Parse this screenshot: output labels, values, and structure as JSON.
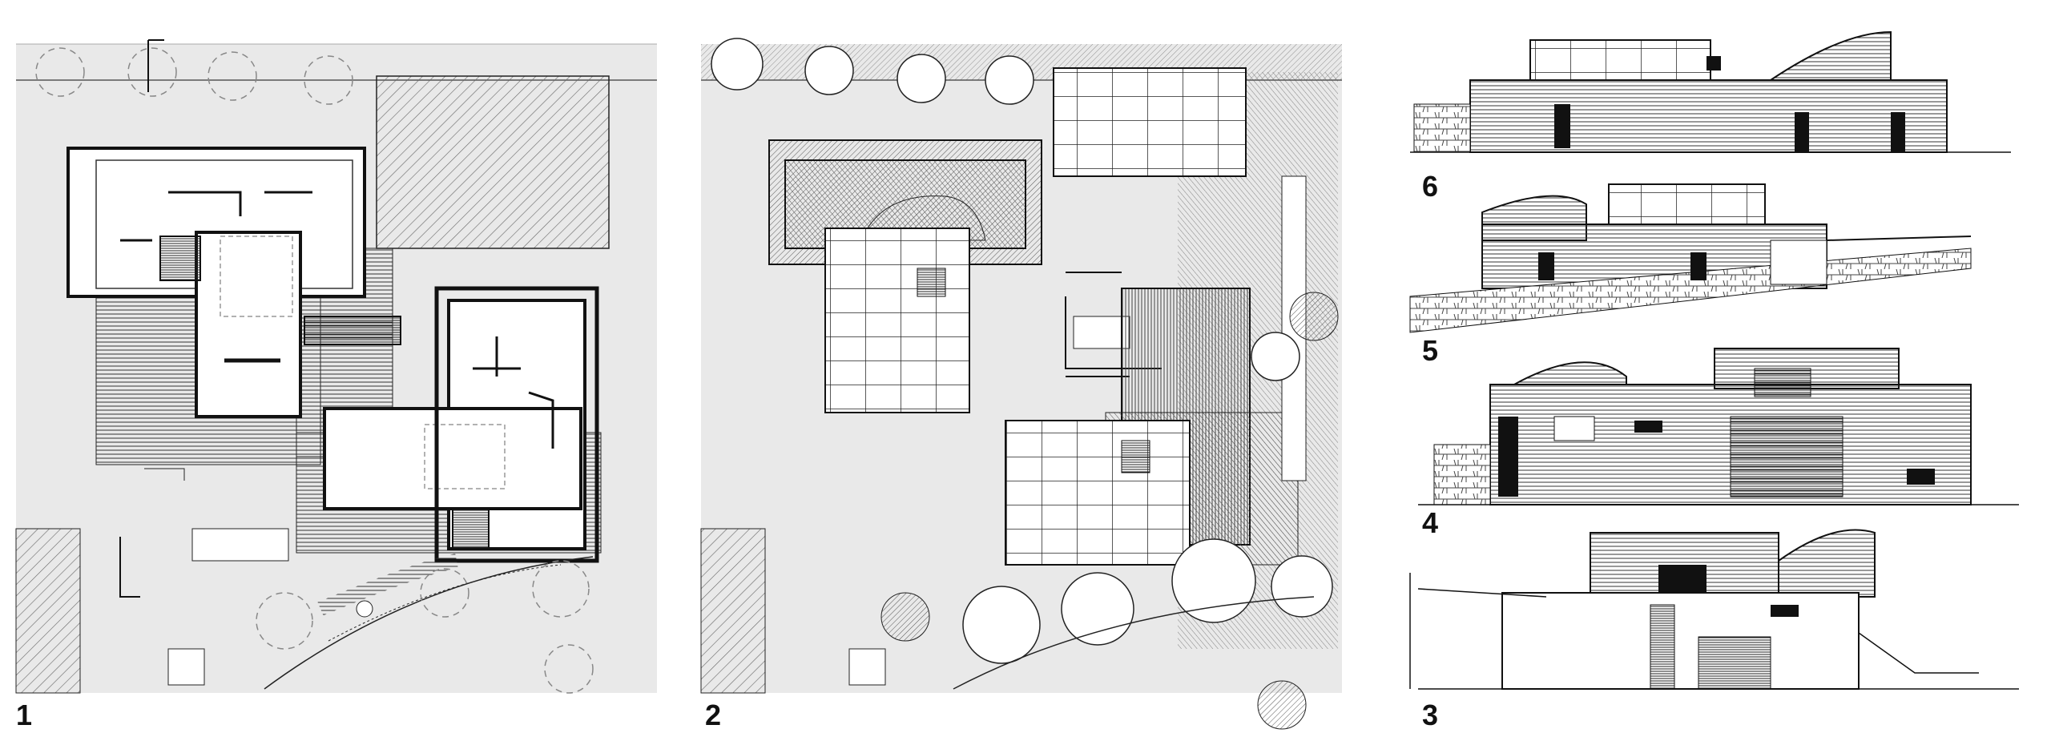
{
  "panels": [
    {
      "id": "plan-1",
      "label": "1",
      "kind": "ground-floor-plan"
    },
    {
      "id": "plan-2",
      "label": "2",
      "kind": "roof-plan"
    },
    {
      "id": "elev-6",
      "label": "6",
      "kind": "elevation"
    },
    {
      "id": "elev-5",
      "label": "5",
      "kind": "elevation"
    },
    {
      "id": "elev-4",
      "label": "4",
      "kind": "elevation"
    },
    {
      "id": "elev-3",
      "label": "3",
      "kind": "elevation"
    }
  ],
  "colors": {
    "line": "#222222",
    "fill_light": "#e9e9e9",
    "fill_mid": "#cfcfcf",
    "hatch": "#555555",
    "dark": "#111111"
  }
}
